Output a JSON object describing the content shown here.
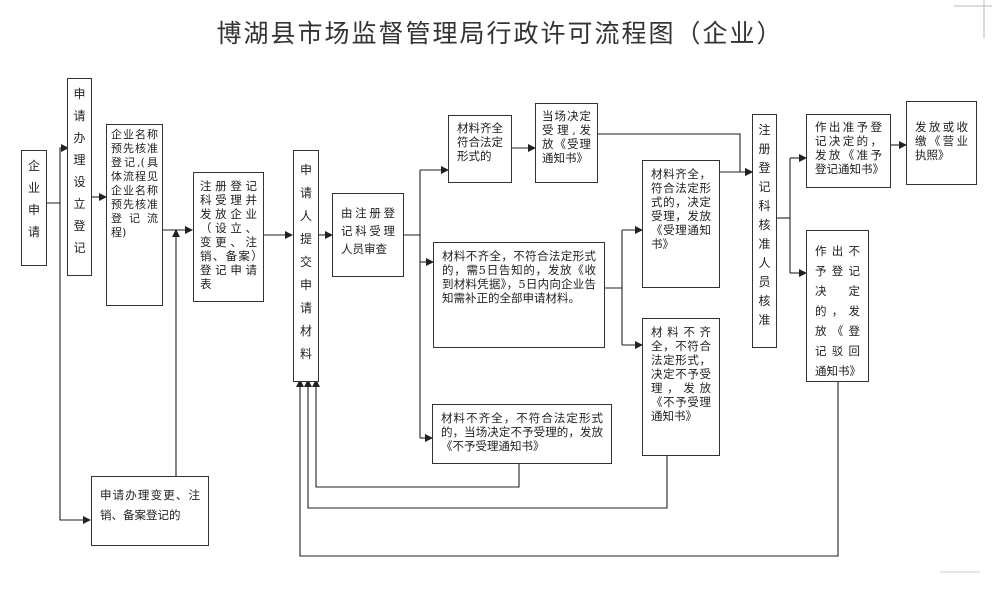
{
  "title": "博湖县市场监督管理局行政许可流程图（企业）",
  "nodes": {
    "qiye_shenqing": "企业申请",
    "shenqing_banli": "申请办理设立登记",
    "mingcheng": "企业名称预先核准登记,(具体流程见企业名称预先核准登记流程)",
    "biangeng": "申请办理变更、注销、备案登记的",
    "zhuce_shouli": "注册登记科受理并发放企业（设立、变更、注销、备案）登记申请表",
    "tijiao": "申请人提交申请材料",
    "shencha": "由注册登记科受理人员审查",
    "qiquan_fuhe": "材料齐全符合法定形式的",
    "dangchang": "当场决定受理,发放《受理通知书》",
    "buqi_5ri": "材料不齐全，不符合法定形式的，需5日告知的，发放《收到材料凭据》，5日内向企业告知需补正的全部申请材料。",
    "buqi_dangchang": "材料不齐全，不符合法定形式的，当场决定不予受理的，发放《不予受理通知书》",
    "qiquan_shouli": "材料齐全，符合法定形式的，决定受理，发放《受理通知书》",
    "buqi_buyu": "材料不齐全，不符合法定形式，决定不予受理，发放《不予受理通知书》",
    "hezhun": "注册登记科核准人员核准",
    "zhunyu": "作出准予登记决定的，发放《准予登记通知书》",
    "buyu_dengji": "作出不予登记决定的，发放《登记驳回通知书》",
    "fafang": "发放或收缴《营业执照》"
  }
}
